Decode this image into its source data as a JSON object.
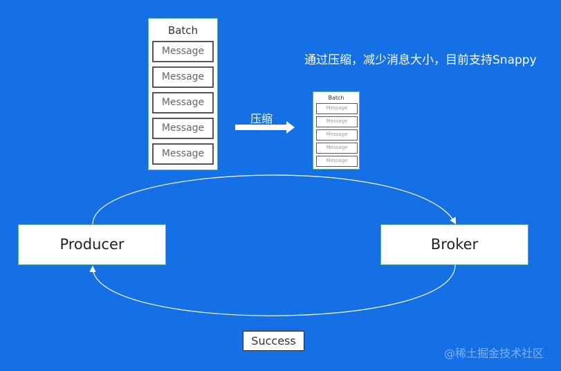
{
  "batch_large": {
    "title": "Batch",
    "messages": [
      "Message",
      "Message",
      "Message",
      "Message",
      "Message"
    ]
  },
  "batch_small": {
    "title": "Batch",
    "messages": [
      "Message",
      "Message",
      "Message",
      "Message",
      "Message"
    ]
  },
  "compress_label": "压缩",
  "note": "通过压缩，减少消息大小，目前支持Snappy",
  "nodes": {
    "producer": "Producer",
    "broker": "Broker"
  },
  "success_label": "Success",
  "watermark": "@稀土掘金技术社区",
  "colors": {
    "background": "#1570e6",
    "box_fill": "#ffffff",
    "line": "#ffffff"
  }
}
